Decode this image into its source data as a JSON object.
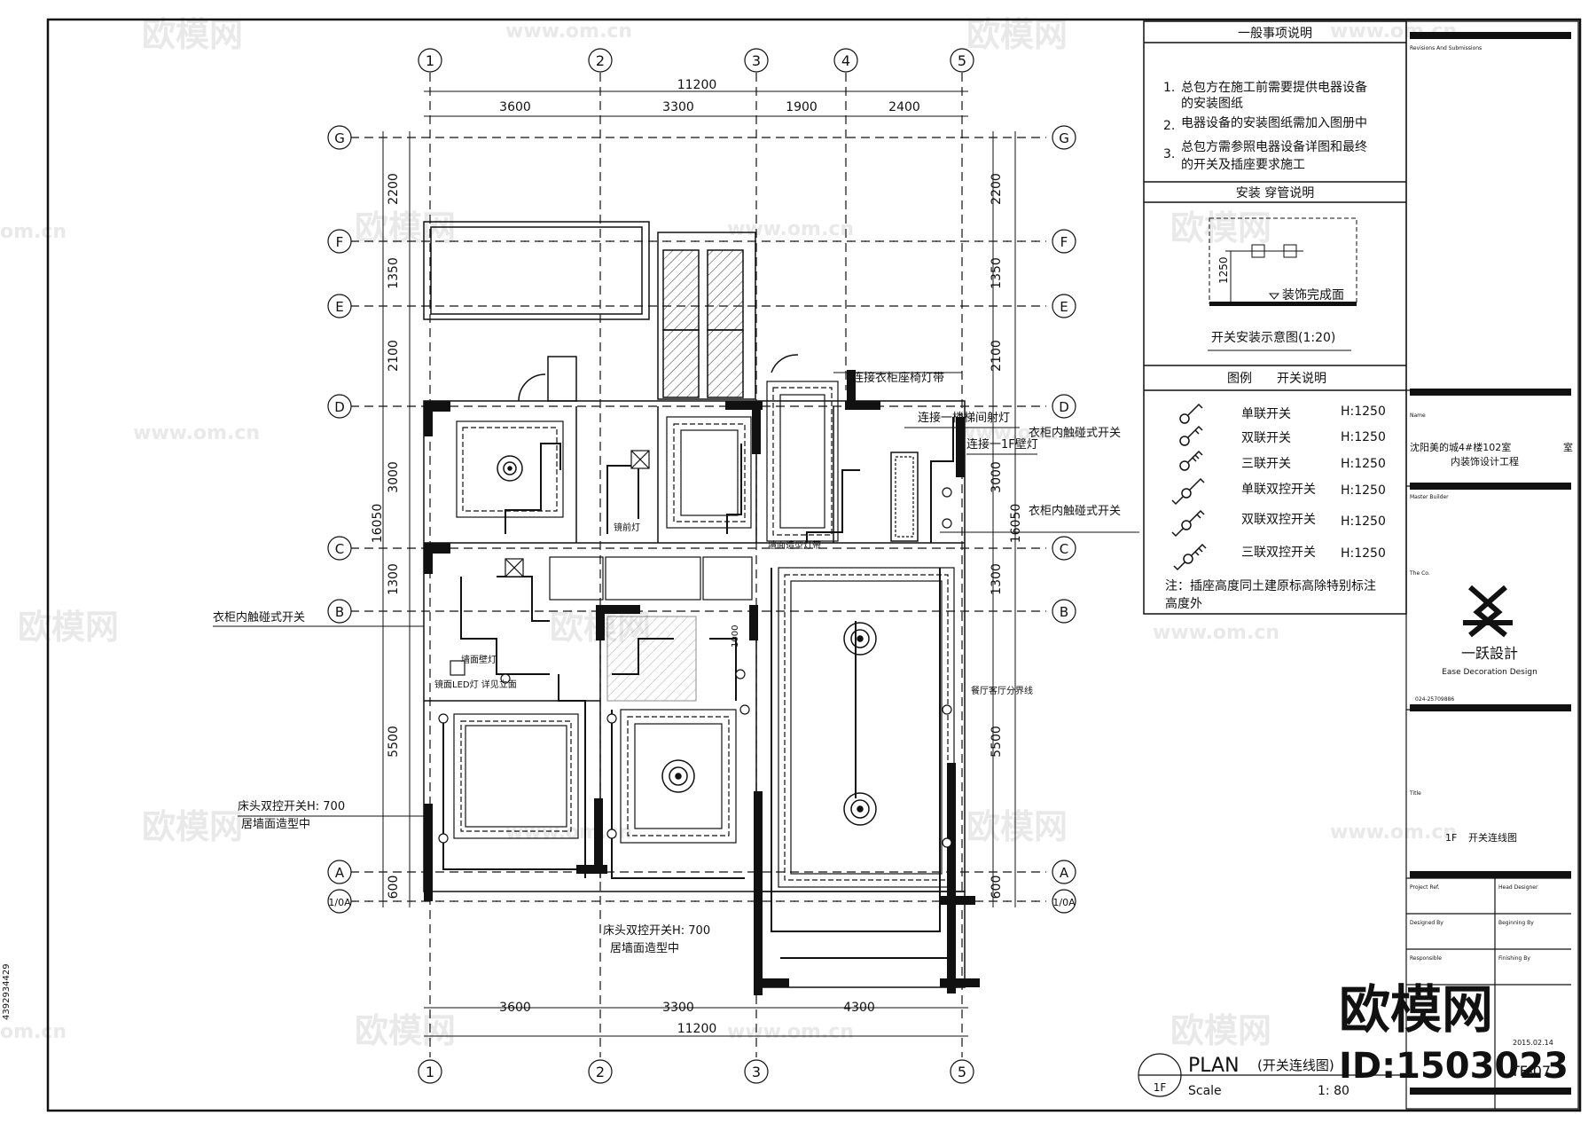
{
  "grid": {
    "columns": [
      "1",
      "2",
      "3",
      "4",
      "5"
    ],
    "rows": [
      "G",
      "F",
      "E",
      "D",
      "C",
      "B",
      "A",
      "1/0A"
    ],
    "top_total": "11200",
    "top_spans": [
      "3600",
      "3300",
      "1900",
      "2400"
    ],
    "bottom_spans": [
      "3600",
      "3300",
      "4300"
    ],
    "bottom_total": "11200",
    "left_total": "16050",
    "right_total": "16050",
    "row_spans": [
      "2200",
      "1350",
      "2100",
      "3000",
      "1300",
      "5500",
      "600"
    ]
  },
  "plan_labels": {
    "cabinet_light_strip": "连接衣柜座椅灯带",
    "stair_spotlight": "连接一楼梯间射灯",
    "first_floor_wall_lamp": "连接一1F壁灯",
    "cabinet_touch_switch_1": "衣柜内触碰式开关",
    "cabinet_touch_switch_2": "衣柜内触碰式开关",
    "cabinet_touch_switch_left": "衣柜内触碰式开关",
    "bedside_switch_left_1": "床头双控开关H: 700",
    "bedside_switch_left_2": "居墙面造型中",
    "bedside_switch_mid_1": "床头双控开关H: 700",
    "bedside_switch_mid_2": "居墙面造型中",
    "dining_living_line": "餐厅客厅分界线",
    "mirror_light": "镜面LED灯 详见立面",
    "wall_lamp": "墙面壁灯",
    "mirror_front_light": "镜前灯",
    "ceiling_light_strip": "墙面造型灯带",
    "dim_1000": "1000"
  },
  "notes": {
    "general_title": "一般事项说明",
    "general_items": [
      {
        "num": "1.",
        "lines": [
          "总包方在施工前需要提供电器设备",
          "的安装图纸"
        ]
      },
      {
        "num": "2.",
        "lines": [
          "电器设备的安装图纸需加入图册中"
        ]
      },
      {
        "num": "3.",
        "lines": [
          "总包方需参照电器设备详图和最终",
          "的开关及插座要求施工"
        ]
      }
    ],
    "install_title": "安装  穿管说明",
    "install_height": "1250",
    "install_finish": "装饰完成面",
    "install_caption": "开关安装示意图(1:20)",
    "legend_col1": "图例",
    "legend_col2": "开关说明",
    "legend_items": [
      {
        "name": "单联开关",
        "h": "H:1250"
      },
      {
        "name": "双联开关",
        "h": "H:1250"
      },
      {
        "name": "三联开关",
        "h": "H:1250"
      },
      {
        "name": "单联双控开关",
        "h": "H:1250"
      },
      {
        "name": "双联双控开关",
        "h": "H:1250"
      },
      {
        "name": "三联双控开关",
        "h": "H:1250"
      }
    ],
    "legend_note_1": "注：插座高度同土建原标高除特别标注",
    "legend_note_2": "高度外"
  },
  "title_block": {
    "revisions": "Revisions And Submissions",
    "name_label": "Name",
    "project_line1": "沈阳美的城4#楼102室",
    "project_line1_suffix": "室",
    "project_line2": "内装饰设计工程",
    "master_builder": "Master Builder",
    "the_co": "The Co.",
    "company_cn": "一跃設計",
    "company_en": "Ease Decoration Design",
    "phone": "024-25709886",
    "title_label": "Title",
    "drawing_title_code": "1F",
    "drawing_title": "开关连线图",
    "project_ref": "Project Ref.",
    "head_designer": "Head Designer",
    "designed_by": "Designed By",
    "beginning_by": "Beginning By",
    "responsible": "Responsible",
    "finishing_by": "Finishing By",
    "date": "2015.02.14",
    "sheet_no": "TF-07"
  },
  "plan_title": {
    "circle": "1F",
    "plan": "PLAN",
    "sub": "(开关连线图)",
    "scale_label": "Scale",
    "scale": "1: 80"
  },
  "watermark": {
    "brand": "欧模网",
    "url": "www.om.cn",
    "url_short": "om.cn",
    "id": "ID:1503023",
    "side_id": "4392934429"
  },
  "colors": {
    "line": "#111111",
    "watermark": "#e6e6e6"
  }
}
